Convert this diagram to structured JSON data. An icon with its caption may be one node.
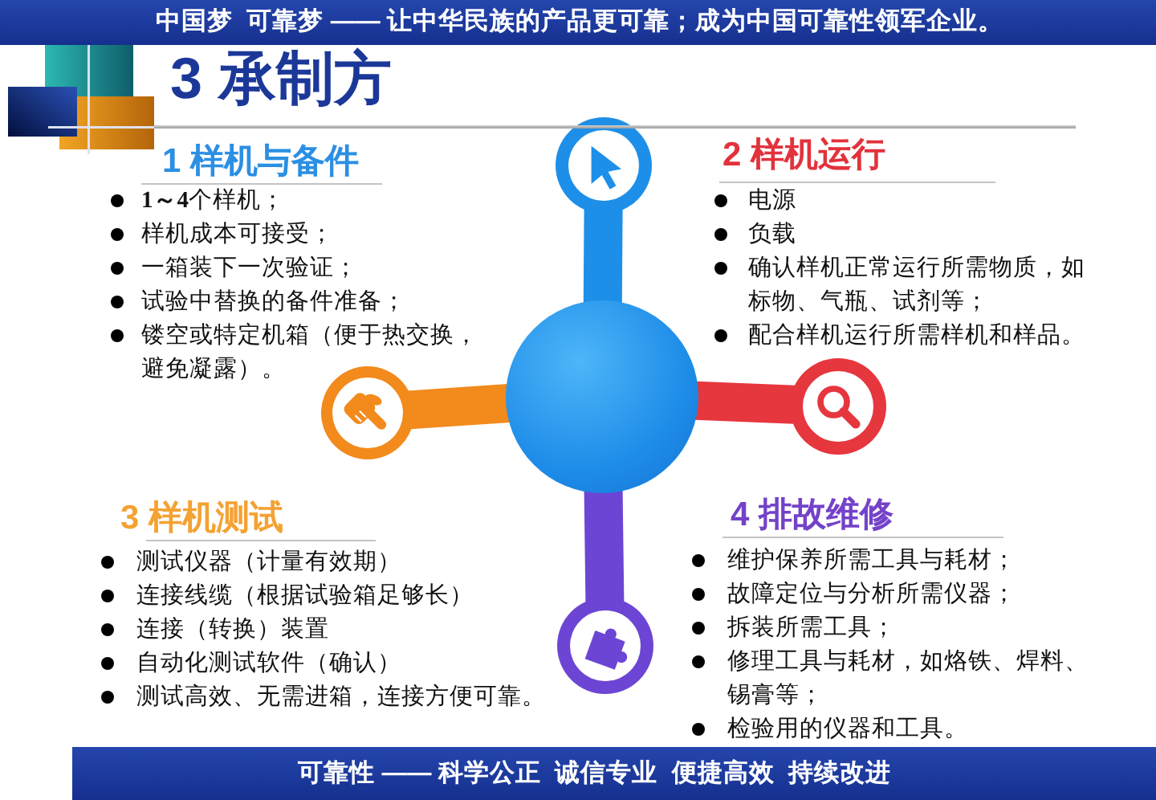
{
  "diagram": {
    "title": "3 承制方",
    "nodes": [
      {
        "text": [],
        "shape": "circle"
      },
      {
        "text": [],
        "shape": "circle"
      },
      {
        "text": [],
        "shape": "circle"
      },
      {
        "text": [],
        "shape": "circle"
      },
      {
        "text": [],
        "shape": "circle"
      }
    ],
    "edges": [
      {
        "from": 1,
        "to": 0,
        "arrow": "none",
        "color": "#1e8fe8"
      },
      {
        "from": 1,
        "to": 2,
        "arrow": "none",
        "color": "#f28a1c"
      },
      {
        "from": 1,
        "to": 3,
        "arrow": "none",
        "color": "#e6363e"
      },
      {
        "from": 1,
        "to": 4,
        "arrow": "none",
        "color": "#6d45d4"
      }
    ],
    "labels": [
      "中国梦  可靠梦 —— 让中华民族的产品更可靠；成为中国可靠性领军企业。",
      "1 样机与备件",
      "**1～4**个样机；",
      "样机成本可接受；",
      "一箱装下一次验证；",
      "试验中替换的备件准备；",
      "镂空或特定机箱（便于热交换，避免凝露）。",
      "2 样机运行",
      "电源",
      "负载",
      "确认样机正常运行所需物质，如标物、气瓶、试剂等；",
      "配合样机运行所需样机和样品。",
      "3 样机测试",
      "测试仪器（计量有效期）",
      "连接线缆（根据试验箱足够长）",
      "连接（转换）装置",
      "自动化测试软件（确认）",
      "测试高效、无需进箱，连接方便可靠。",
      "4 排故维修",
      "维护保养所需工具与耗材；",
      "故障定位与分析所需仪器；",
      "拆装所需工具；",
      "修理工具与耗材，如烙铁、焊料、锡膏等；",
      "检验用的仪器和工具。",
      "可靠性 —— 科学公正  诚信专业  便捷高效  持续改进"
    ]
  }
}
